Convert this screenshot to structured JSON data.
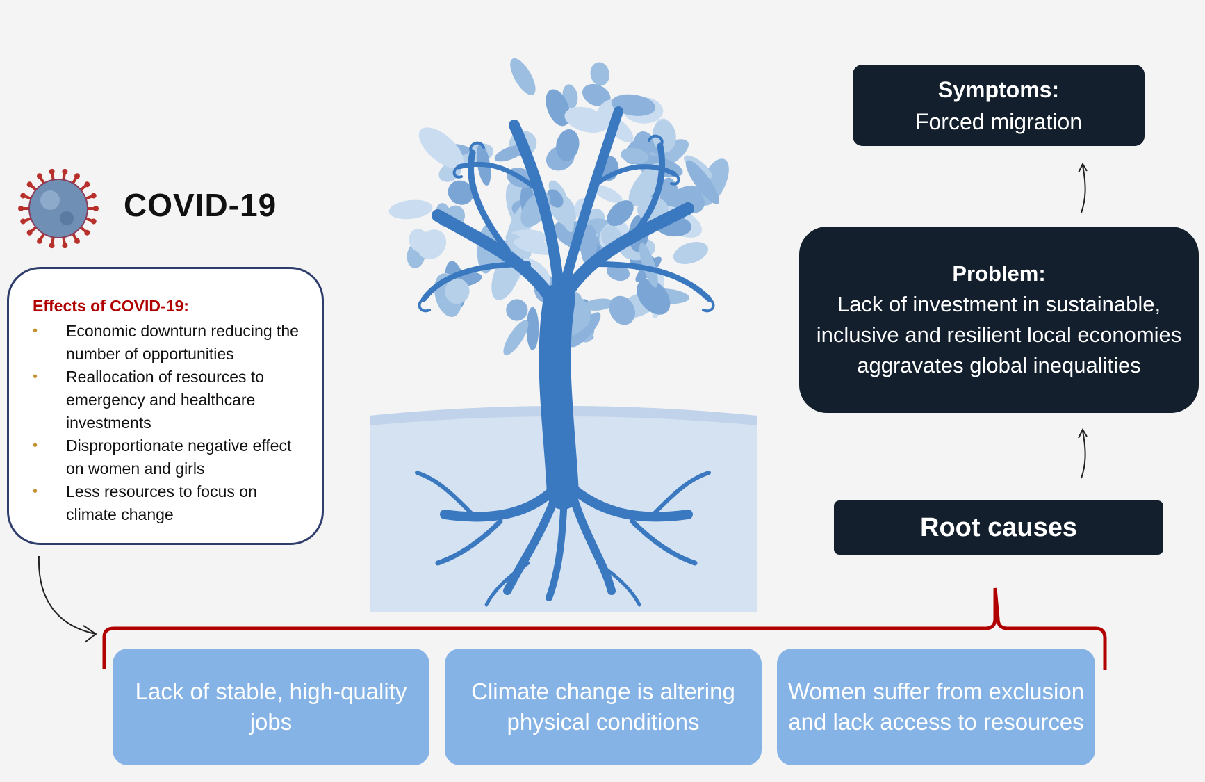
{
  "covid": {
    "title": "COVID-19",
    "icon": "virus-icon"
  },
  "effects": {
    "title": "Effects of COVID-19:",
    "bullet": "•",
    "items": [
      "Economic downturn reducing the number of opportunities",
      "Reallocation of resources to emergency and healthcare investments",
      "Disproportionate negative effect on women and girls",
      "Less resources to focus on climate change"
    ]
  },
  "symptoms": {
    "heading": "Symptoms:",
    "text": "Forced migration"
  },
  "problem": {
    "heading": "Problem:",
    "text": "Lack of investment in sustainable, inclusive and resilient local economies aggravates global inequalities"
  },
  "root": {
    "text": "Root causes"
  },
  "causes": [
    "Lack of stable, high-quality jobs",
    "Climate change is altering physical conditions",
    "Women suffer from exclusion and lack access to resources"
  ],
  "colors": {
    "dark_box": "#131f2c",
    "cause_box": "#86b3e6",
    "bracket": "#b00000",
    "effects_title": "#b00000",
    "bullet": "#c49132",
    "tree": "#3a78c0",
    "leaves": "#9cbee0",
    "ground": "#d5e2f2"
  }
}
